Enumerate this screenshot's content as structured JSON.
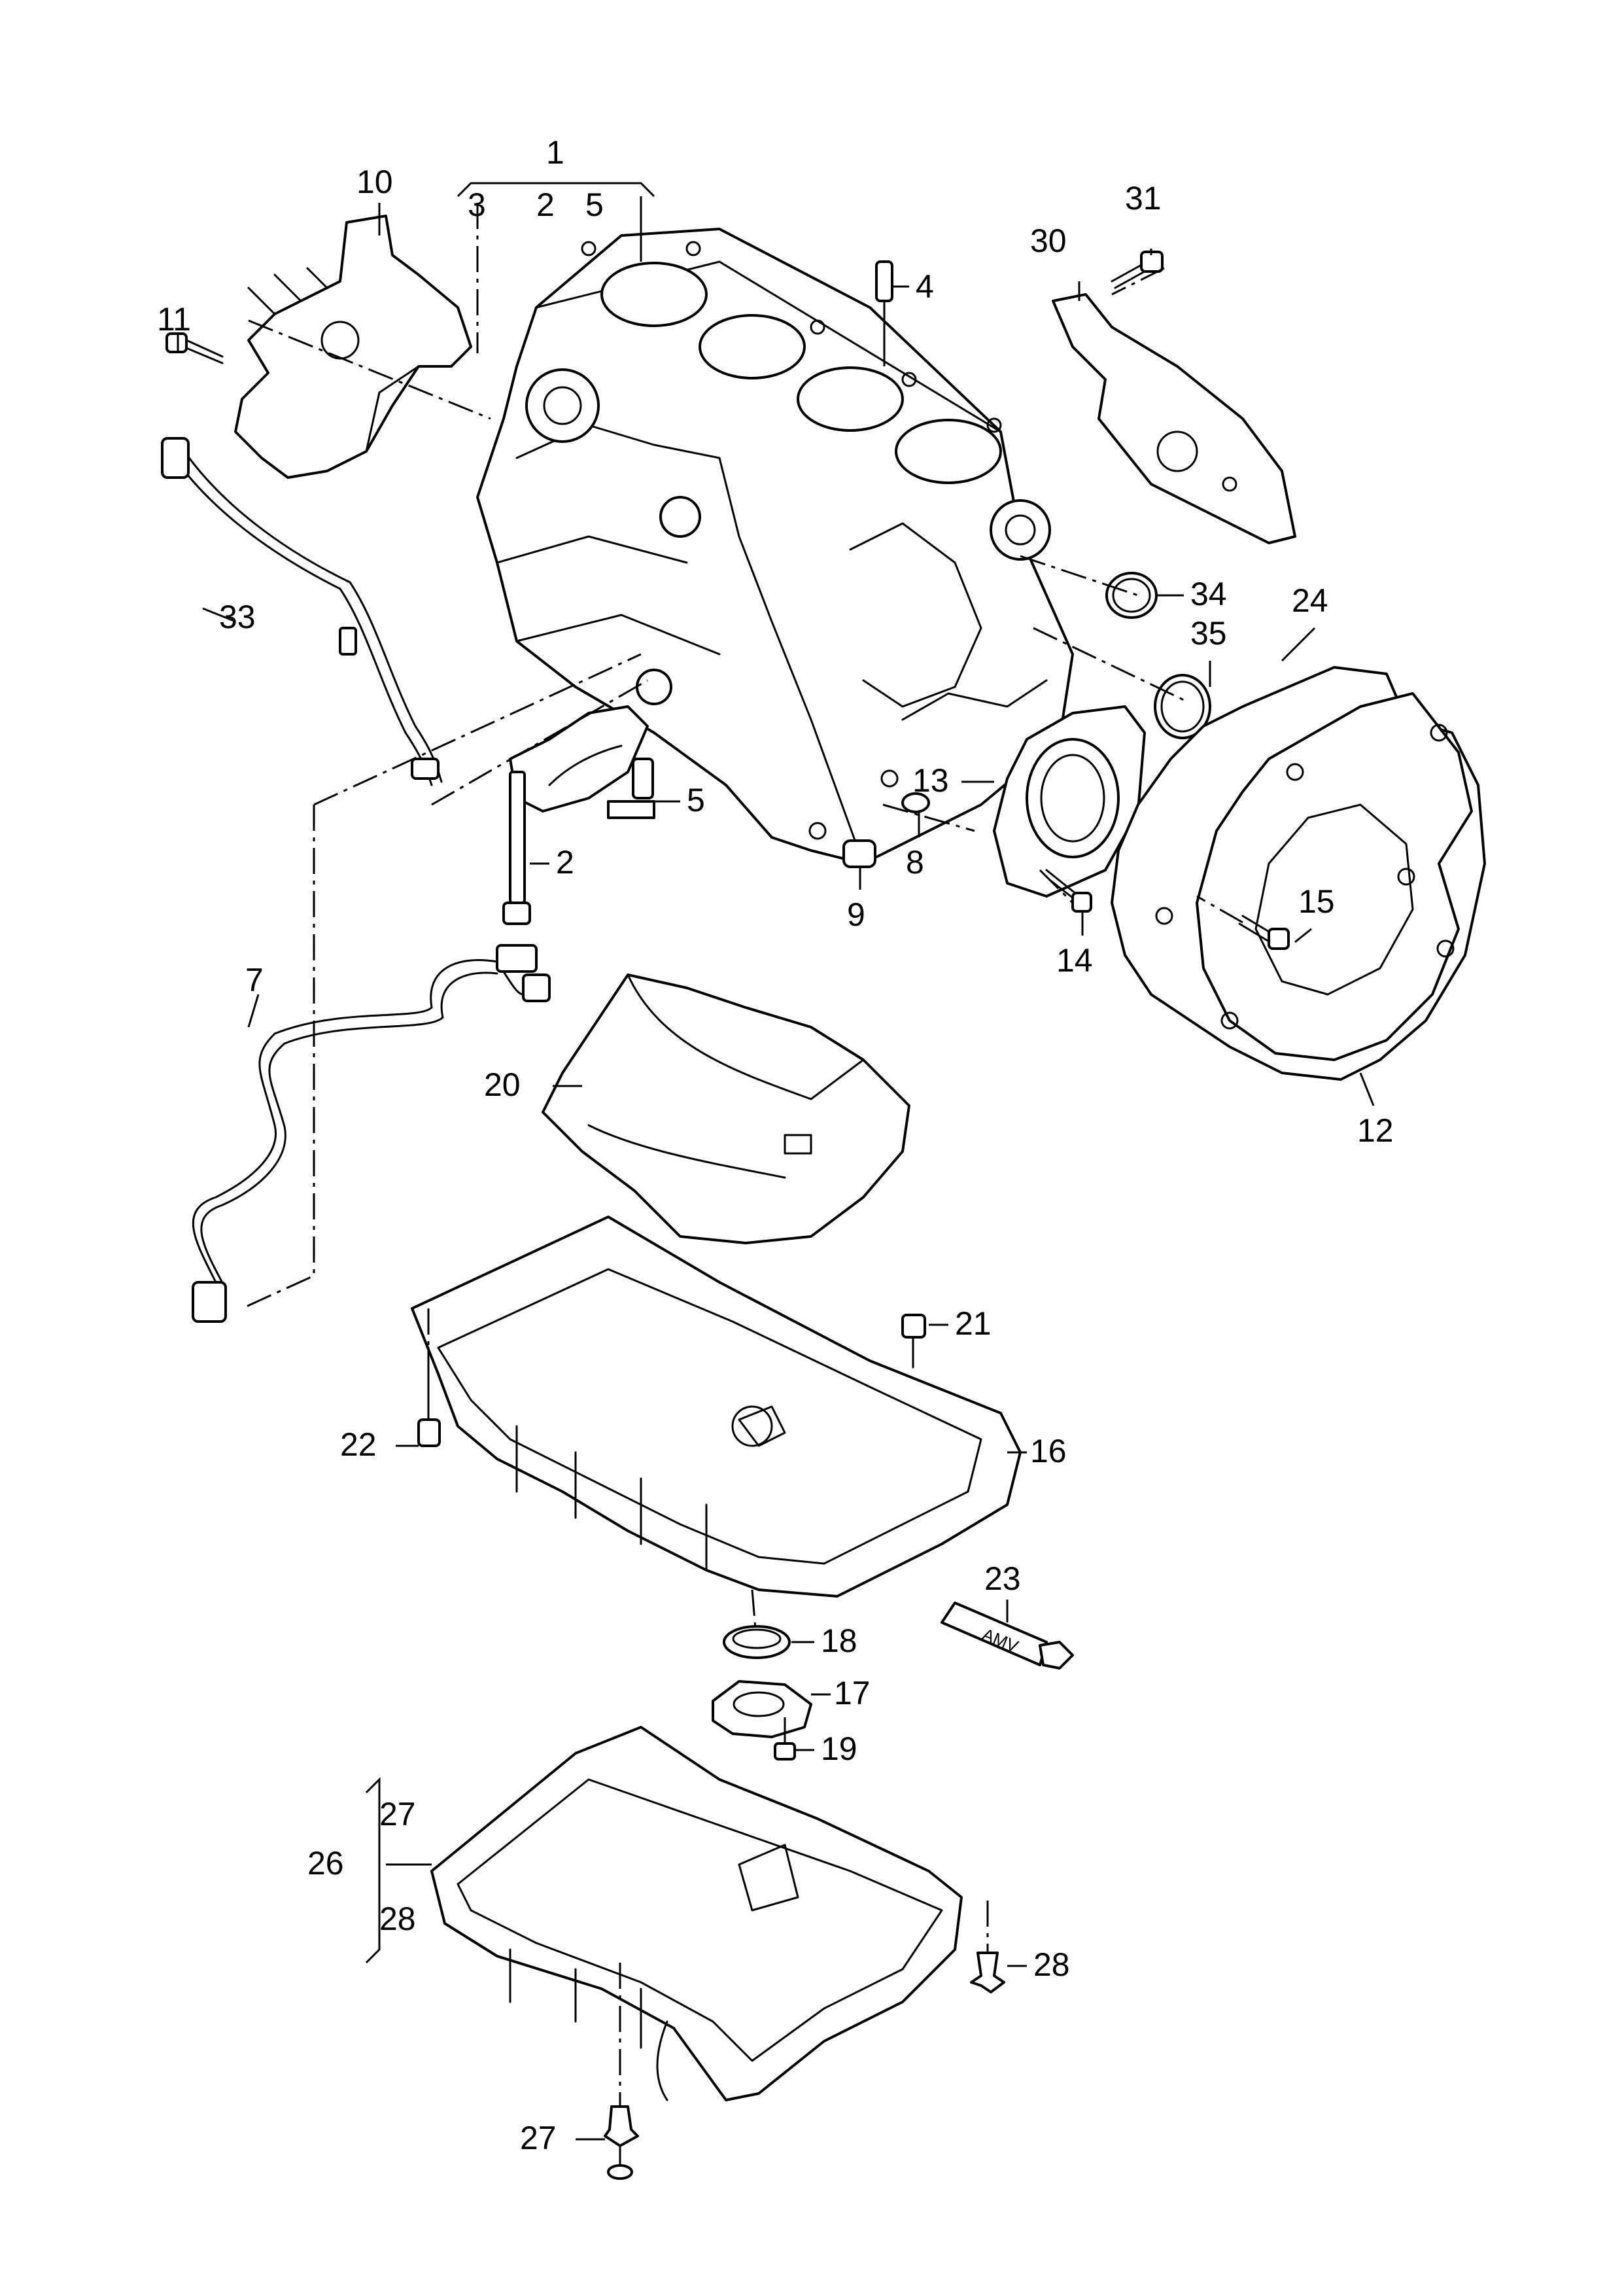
{
  "callouts": {
    "c1": "1",
    "c2a": "2",
    "c2b": "2",
    "c3": "3",
    "c4": "4",
    "c5a": "5",
    "c5b": "5",
    "c7": "7",
    "c8": "8",
    "c9": "9",
    "c10": "10",
    "c11": "11",
    "c12": "12",
    "c13": "13",
    "c14": "14",
    "c15": "15",
    "c16": "16",
    "c17": "17",
    "c18": "18",
    "c19": "19",
    "c20": "20",
    "c21": "21",
    "c22": "22",
    "c23": "23",
    "c24": "24",
    "c26": "26",
    "c27a": "27",
    "c27b": "27",
    "c28a": "28",
    "c28b": "28",
    "c30": "30",
    "c31": "31",
    "c33": "33",
    "c34": "34",
    "c35": "35"
  },
  "tube_label": "AMV"
}
